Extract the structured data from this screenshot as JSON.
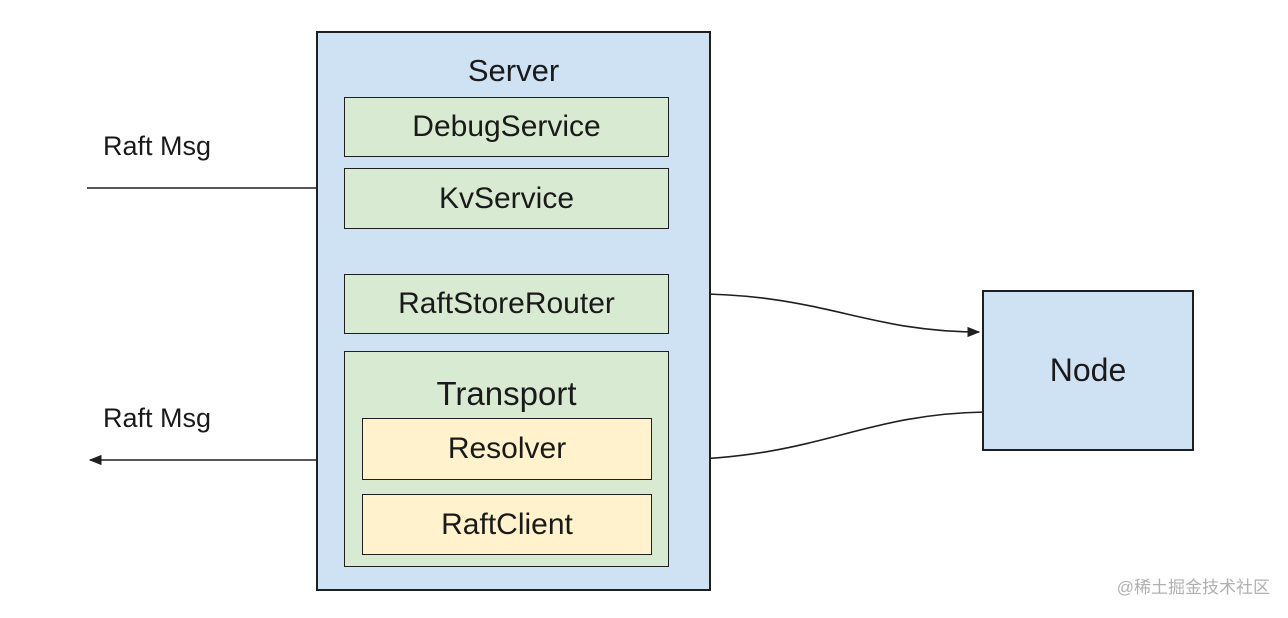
{
  "server": {
    "title": "Server",
    "components": {
      "debug_service": "DebugService",
      "kv_service": "KvService",
      "raft_store_router": "RaftStoreRouter",
      "transport": {
        "title": "Transport",
        "resolver": "Resolver",
        "raft_client": "RaftClient"
      }
    }
  },
  "node": {
    "label": "Node"
  },
  "external": {
    "incoming_msg": "Raft Msg",
    "outgoing_msg": "Raft Msg"
  },
  "watermark": "@稀土掘金技术社区",
  "colors": {
    "server_fill": "#cfe2f3",
    "service_fill": "#d9ead3",
    "client_fill": "#fff2cc",
    "stroke": "#1f1f1f"
  }
}
